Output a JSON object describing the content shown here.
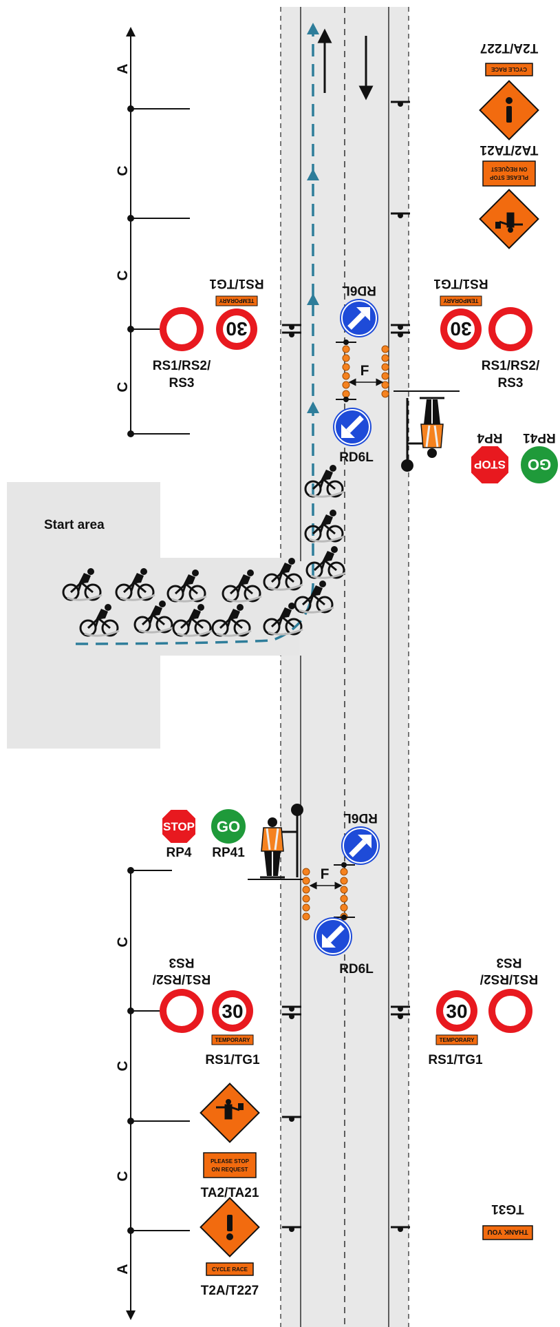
{
  "start_area": {
    "label": "Start area"
  },
  "dimensions": {
    "A": "A",
    "C": "C",
    "F": "F"
  },
  "signs": {
    "speed_value": "30",
    "temporary": "TEMPORARY",
    "rs_tg": "RS1/TG1",
    "rs_line1": "RS1/RS2/",
    "rs_line2": "RS3",
    "rd6l": "RD6L",
    "stop": "STOP",
    "go": "GO",
    "rp4": "RP4",
    "rp41": "RP41",
    "please_stop_1": "PLEASE STOP",
    "please_stop_2": "ON REQUEST",
    "ta2": "TA2/TA21",
    "cycle_race": "CYCLE RACE",
    "t2a": "T2A/T227",
    "t2a_top": "T2A/T227",
    "thank_you": "THANK YOU",
    "tg31": "TG31"
  },
  "colors": {
    "road": "#e8e8e8",
    "start_area": "#e6e6e6",
    "route": "#2e7d9a",
    "sign_red": "#e8191f",
    "sign_orange": "#f26b0f",
    "sign_blue": "#1e4bd8",
    "go_green": "#1f9a3a",
    "cone_orange": "#f5821f"
  }
}
